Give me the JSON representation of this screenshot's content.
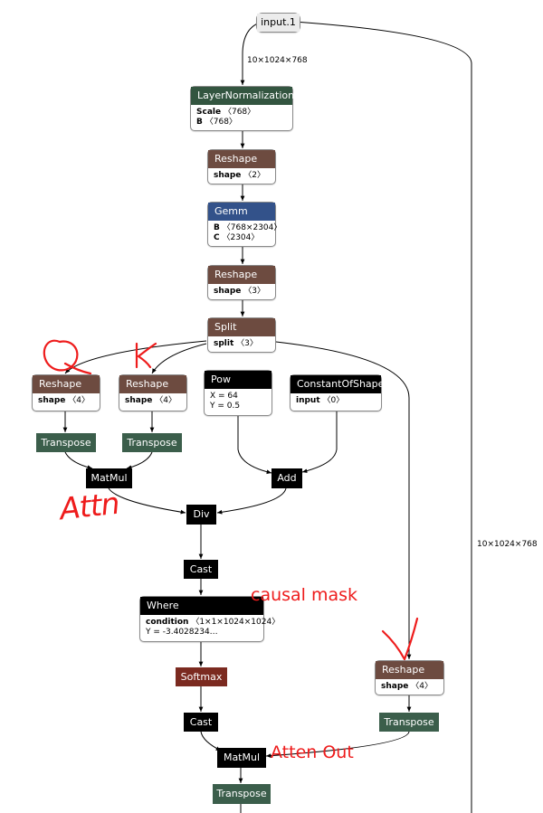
{
  "nodes": {
    "input": {
      "title": "input.1"
    },
    "layernorm": {
      "title": "LayerNormalization",
      "attrs": [
        {
          "k": "Scale",
          "v": "〈768〉"
        },
        {
          "k": "B",
          "v": "〈768〉"
        }
      ]
    },
    "reshape1": {
      "title": "Reshape",
      "attrs": [
        {
          "k": "shape",
          "v": "〈2〉"
        }
      ]
    },
    "gemm": {
      "title": "Gemm",
      "attrs": [
        {
          "k": "B",
          "v": "〈768×2304〉"
        },
        {
          "k": "C",
          "v": "〈2304〉"
        }
      ]
    },
    "reshape2": {
      "title": "Reshape",
      "attrs": [
        {
          "k": "shape",
          "v": "〈3〉"
        }
      ]
    },
    "split": {
      "title": "Split",
      "attrs": [
        {
          "k": "split",
          "v": "〈3〉"
        }
      ]
    },
    "reshape_q": {
      "title": "Reshape",
      "attrs": [
        {
          "k": "shape",
          "v": "〈4〉"
        }
      ]
    },
    "reshape_k": {
      "title": "Reshape",
      "attrs": [
        {
          "k": "shape",
          "v": "〈4〉"
        }
      ]
    },
    "pow": {
      "title": "Pow",
      "attrs": [
        {
          "k": "",
          "v": "X = 64"
        },
        {
          "k": "",
          "v": "Y = 0.5"
        }
      ]
    },
    "constofshape": {
      "title": "ConstantOfShape",
      "attrs": [
        {
          "k": "input",
          "v": "〈0〉"
        }
      ]
    },
    "transpose_q": {
      "title": "Transpose"
    },
    "transpose_k": {
      "title": "Transpose"
    },
    "matmul1": {
      "title": "MatMul"
    },
    "add": {
      "title": "Add"
    },
    "div": {
      "title": "Div"
    },
    "cast1": {
      "title": "Cast"
    },
    "where": {
      "title": "Where",
      "attrs": [
        {
          "k": "condition",
          "v": "〈1×1×1024×1024〉"
        },
        {
          "k": "",
          "v": "Y = -3.4028234…"
        }
      ]
    },
    "softmax": {
      "title": "Softmax"
    },
    "reshape_v": {
      "title": "Reshape",
      "attrs": [
        {
          "k": "shape",
          "v": "〈4〉"
        }
      ]
    },
    "cast2": {
      "title": "Cast"
    },
    "transpose_v": {
      "title": "Transpose"
    },
    "matmul2": {
      "title": "MatMul"
    },
    "transpose_out": {
      "title": "Transpose"
    }
  },
  "edge_labels": {
    "input_to_norm": "10×1024×768",
    "skip": "10×1024×768"
  },
  "annotations": {
    "q": "Q",
    "k": "K",
    "v": "V",
    "attn": "Attn",
    "causal": "causal mask",
    "atten_out": "Atten Out"
  },
  "colors": {
    "layernorm": "#335540",
    "reshape": "#6d4b40",
    "gemm": "#33528a",
    "op_black": "#000000",
    "transpose": "#3b5e4b",
    "softmax": "#7b2a20",
    "annotation": "#ee1c1c"
  }
}
